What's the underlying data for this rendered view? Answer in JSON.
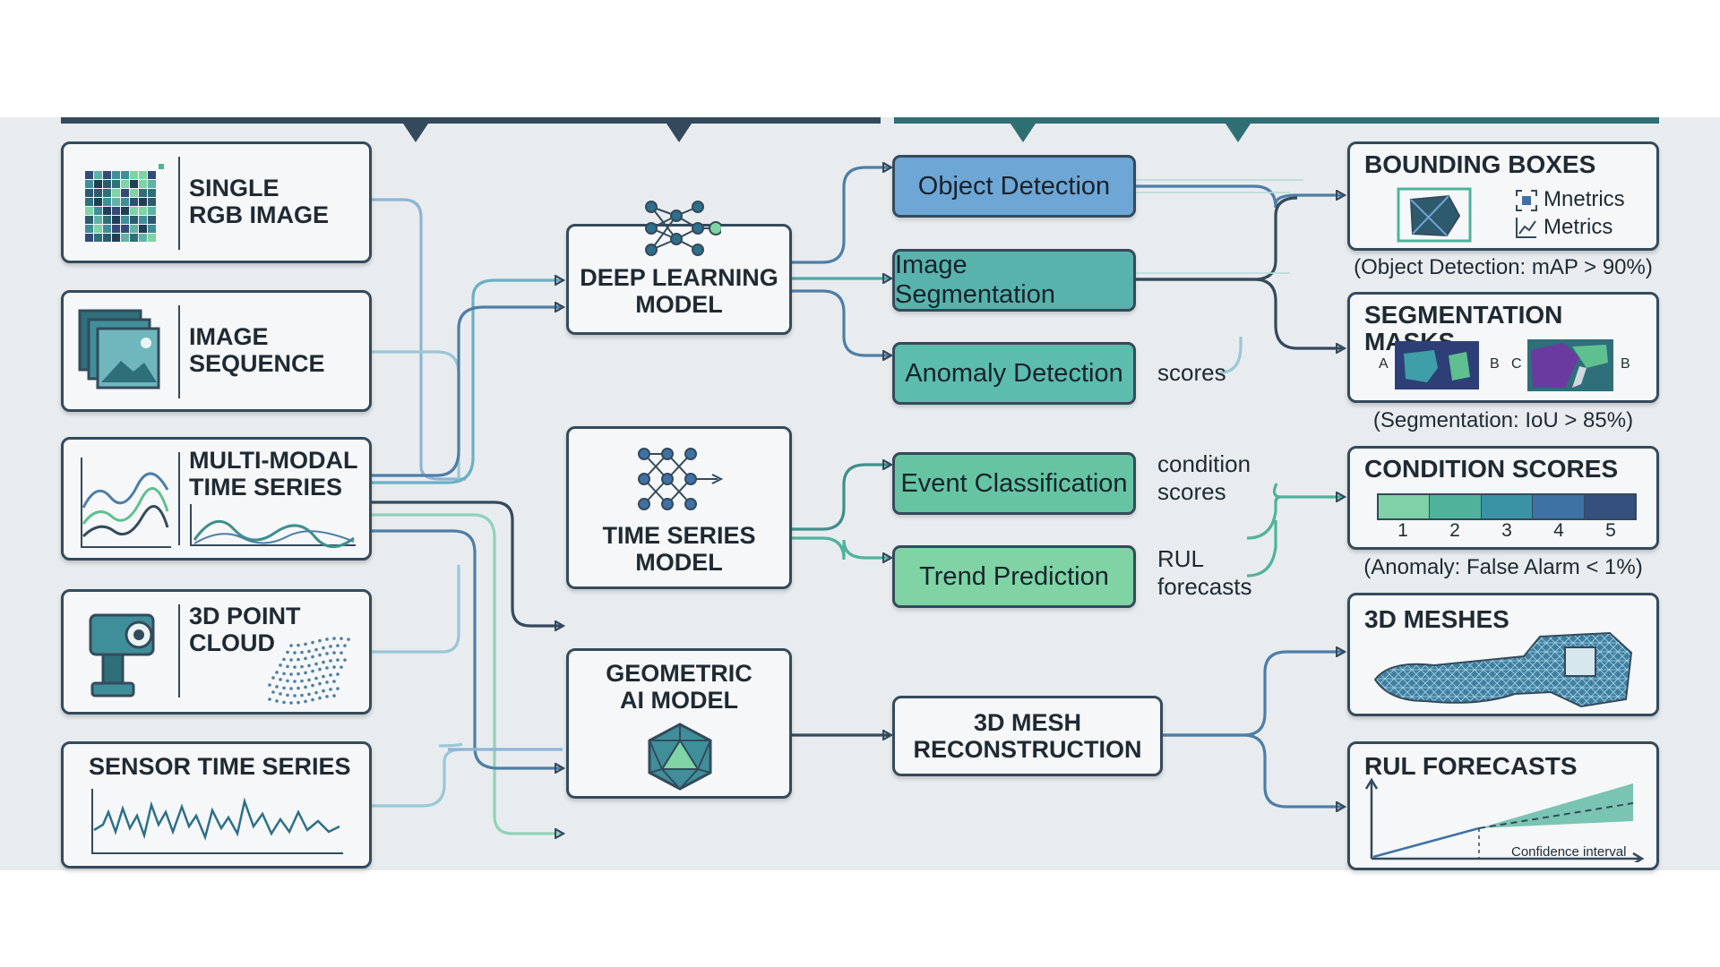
{
  "inputs": {
    "single_rgb": [
      "SINGLE",
      "RGB IMAGE"
    ],
    "image_sequence": [
      "IMAGE",
      "SEQUENCE"
    ],
    "multimodal": [
      "MULTI-MODAL",
      "TIME SERIES"
    ],
    "point_cloud": [
      "3D POINT",
      "CLOUD"
    ],
    "sensor": "SENSOR TIME SERIES"
  },
  "models": {
    "deep_learning": [
      "DEEP LEARNING",
      "MODEL"
    ],
    "time_series": [
      "TIME SERIES",
      "MODEL"
    ],
    "geometric": [
      "GEOMETRIC",
      "AI MODEL"
    ]
  },
  "tasks": {
    "object_detection": "Object Detection",
    "image_segmentation": "Image Segmentation",
    "anomaly_detection": "Anomaly Detection",
    "event_classification": "Event Classification",
    "trend_prediction": "Trend Prediction",
    "mesh_reconstruction": [
      "3D MESH",
      "RECONSTRUCTION"
    ]
  },
  "annotations": {
    "scores": "scores",
    "condition_scores": [
      "condition",
      "scores"
    ],
    "rul_forecasts": [
      "RUL",
      "forecasts"
    ]
  },
  "outputs": {
    "bounding_boxes": {
      "title": "BOUNDING BOXES",
      "legend": [
        "Mnetrics",
        "Metrics"
      ],
      "caption": "(Object Detection: mAP > 90%)"
    },
    "segmentation_masks": {
      "title": "SEGMENTATION MASKS",
      "labels": [
        "A",
        "B",
        "C",
        "B"
      ],
      "caption": "(Segmentation: IoU > 85%)"
    },
    "condition_scores": {
      "title": "CONDITION SCORES",
      "scale": [
        "1",
        "2",
        "3",
        "4",
        "5"
      ],
      "colors": [
        "#7fd1a7",
        "#4fb39b",
        "#3a93a4",
        "#3f72a4",
        "#34507d"
      ],
      "caption": "(Anomaly: False Alarm < 1%)"
    },
    "meshes": {
      "title": "3D MESHES"
    },
    "rul": {
      "title": "RUL FORECASTS",
      "note": "Confidence interval"
    }
  },
  "colors": {
    "navy": "#344a5c",
    "teal_header": "#2e6f73",
    "task_blue": "#6ea6d6",
    "task_teal": "#59b3ad",
    "task_green": "#7fd3a4"
  }
}
